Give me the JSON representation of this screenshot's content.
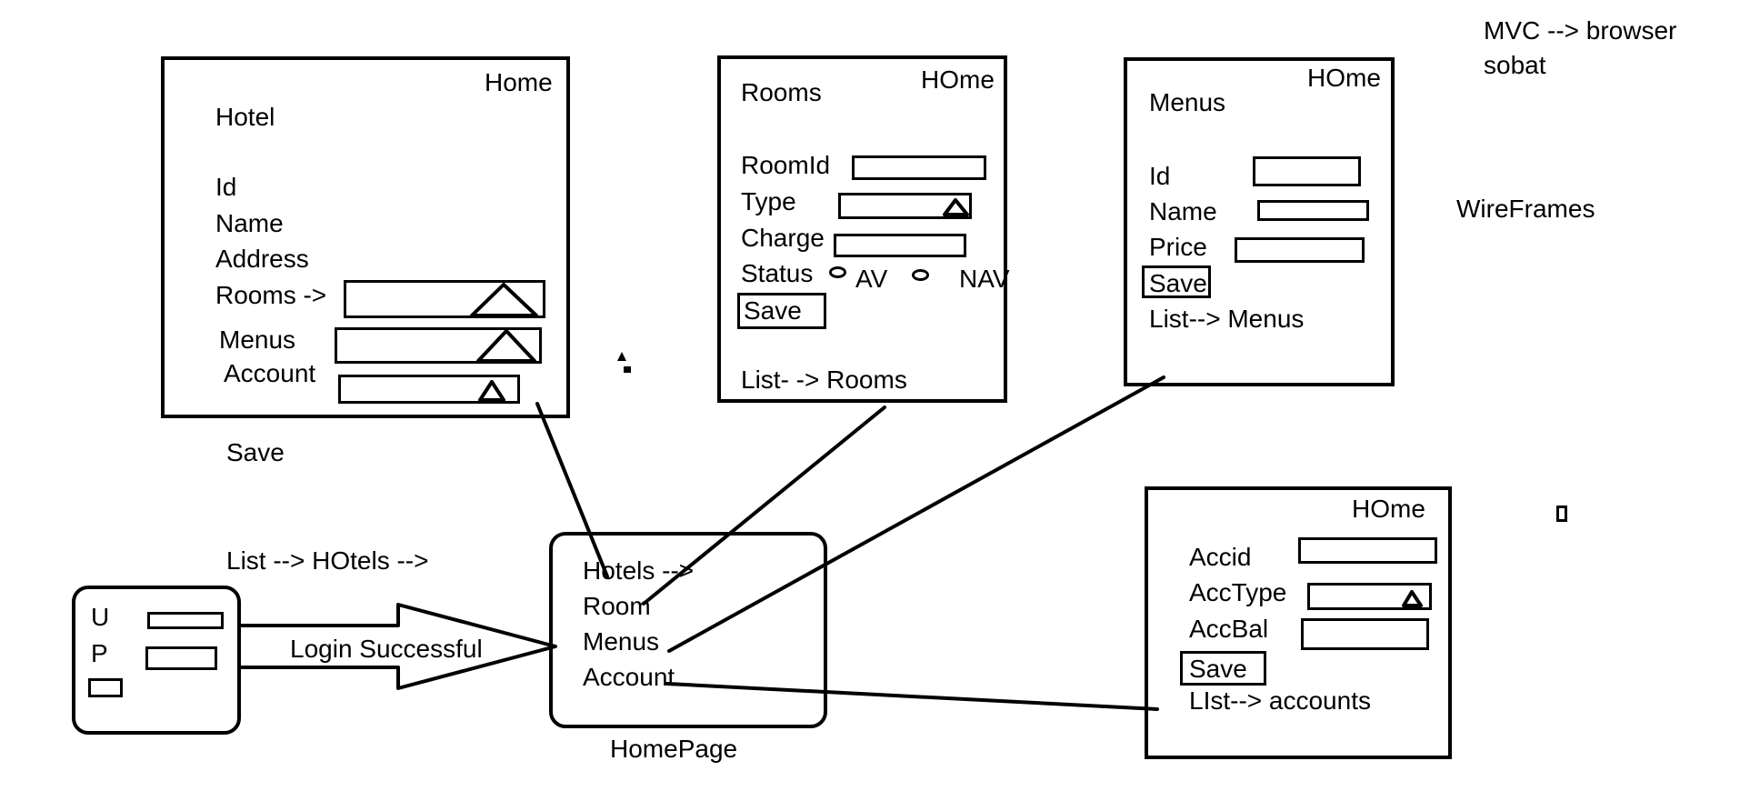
{
  "notes": {
    "mvc": "MVC --> browser",
    "sobat": "sobat",
    "wireframes": "WireFrames"
  },
  "hotel": {
    "home": "Home",
    "title": "Hotel",
    "id": "Id",
    "name": "Name",
    "address": "Address",
    "rooms": "Rooms ->",
    "menus": "Menus",
    "account": "Account",
    "save": "Save",
    "list": "List --> HOtels -->"
  },
  "rooms": {
    "title": "Rooms",
    "home": "HOme",
    "room_id": "RoomId",
    "type": "Type",
    "charge": "Charge",
    "status": "Status",
    "av": "AV",
    "nav": "NAV",
    "save": "Save",
    "list": "List- -> Rooms"
  },
  "menus": {
    "title": "Menus",
    "home": "HOme",
    "id": "Id",
    "name": "Name",
    "price": "Price",
    "save": "Save",
    "list": "List--> Menus"
  },
  "account": {
    "home": "HOme",
    "acc_id": "Accid",
    "acc_type": "AccType",
    "acc_bal": "AccBal",
    "save": "Save",
    "list": "LIst--> accounts"
  },
  "login": {
    "u": "U",
    "p": "P",
    "arrow": "Login Successful"
  },
  "homepage": {
    "hotels": "Hotels -->",
    "room": "Room",
    "menus": "Menus",
    "account": "Account",
    "caption": "HomePage"
  }
}
